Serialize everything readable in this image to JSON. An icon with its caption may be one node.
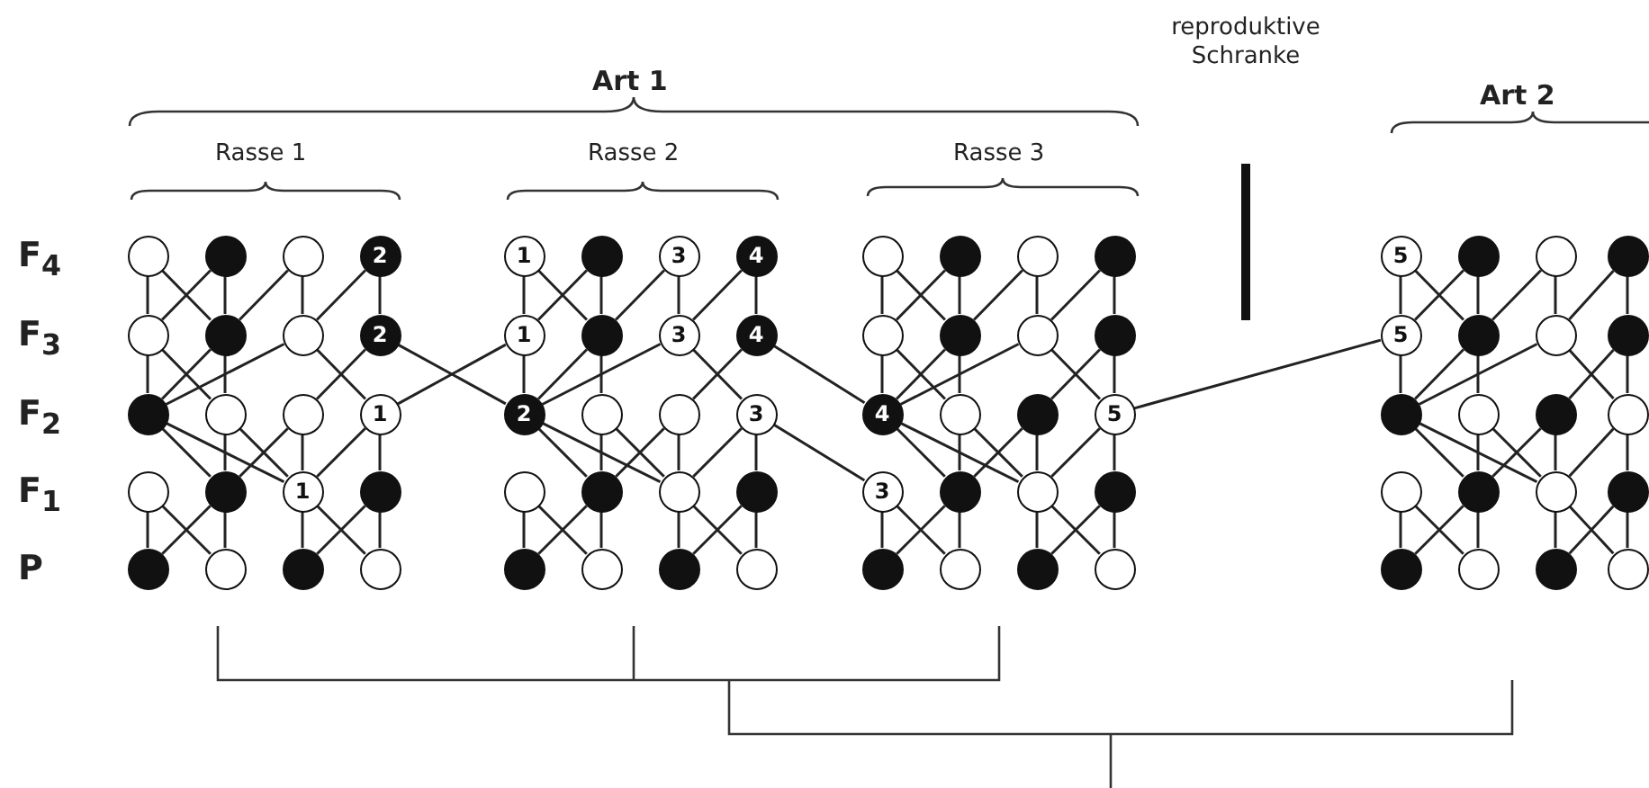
{
  "diagram": {
    "nodes": [
      {
        "text": [],
        "shape": "circle"
      },
      {
        "text": [],
        "shape": "circle"
      },
      {
        "text": [],
        "shape": "circle"
      },
      {
        "text": [
          "2"
        ]
      },
      {
        "text": [
          "1"
        ]
      },
      {
        "text": [],
        "shape": "circle"
      },
      {
        "text": [
          "3"
        ]
      },
      {
        "text": [
          "4"
        ]
      },
      {
        "text": [],
        "shape": "circle"
      },
      {
        "text": [],
        "shape": "circle"
      },
      {
        "text": [],
        "shape": "circle"
      },
      {
        "text": [],
        "shape": "circle"
      },
      {
        "text": [
          "5"
        ]
      },
      {
        "text": [],
        "shape": "circle"
      },
      {
        "text": [],
        "shape": "circle"
      },
      {
        "text": [],
        "shape": "circle"
      },
      {
        "text": [],
        "shape": "circle"
      },
      {
        "text": [],
        "shape": "circle"
      },
      {
        "text": [],
        "shape": "circle"
      },
      {
        "text": [
          "2"
        ]
      },
      {
        "text": [
          "1"
        ]
      },
      {
        "text": [],
        "shape": "circle"
      },
      {
        "text": [
          "3"
        ]
      },
      {
        "text": [
          "4"
        ]
      },
      {
        "text": [],
        "shape": "circle"
      },
      {
        "text": [],
        "shape": "circle"
      },
      {
        "text": [],
        "shape": "circle"
      },
      {
        "text": [],
        "shape": "circle"
      },
      {
        "text": [
          "5"
        ]
      },
      {
        "text": [],
        "shape": "circle"
      },
      {
        "text": [],
        "shape": "circle"
      },
      {
        "text": [],
        "shape": "circle"
      },
      {
        "text": [],
        "shape": "circle"
      },
      {
        "text": [],
        "shape": "circle"
      },
      {
        "text": [],
        "shape": "circle"
      },
      {
        "text": [
          "1"
        ]
      },
      {
        "text": [
          "2"
        ]
      },
      {
        "text": [],
        "shape": "circle"
      },
      {
        "text": [],
        "shape": "circle"
      },
      {
        "text": [
          "3"
        ]
      },
      {
        "text": [
          "4"
        ]
      },
      {
        "text": [],
        "shape": "circle"
      },
      {
        "text": [],
        "shape": "circle"
      },
      {
        "text": [
          "5"
        ]
      },
      {
        "text": [],
        "shape": "circle"
      },
      {
        "text": [],
        "shape": "circle"
      },
      {
        "text": [],
        "shape": "circle"
      },
      {
        "text": [],
        "shape": "circle"
      },
      {
        "text": [],
        "shape": "circle"
      },
      {
        "text": [],
        "shape": "circle"
      },
      {
        "text": [
          "1"
        ]
      },
      {
        "text": [],
        "shape": "circle"
      },
      {
        "text": [],
        "shape": "circle"
      },
      {
        "text": [],
        "shape": "circle"
      },
      {
        "text": [],
        "shape": "circle"
      },
      {
        "text": [],
        "shape": "circle"
      },
      {
        "text": [
          "3"
        ]
      },
      {
        "text": [],
        "shape": "circle"
      },
      {
        "text": [],
        "shape": "circle"
      },
      {
        "text": [],
        "shape": "circle"
      },
      {
        "text": [],
        "shape": "circle"
      },
      {
        "text": [],
        "shape": "circle"
      },
      {
        "text": [],
        "shape": "circle"
      },
      {
        "text": [],
        "shape": "circle"
      },
      {
        "text": [],
        "shape": "circle"
      },
      {
        "text": [],
        "shape": "circle"
      },
      {
        "text": [],
        "shape": "circle"
      },
      {
        "text": [],
        "shape": "circle"
      },
      {
        "text": [],
        "shape": "circle"
      },
      {
        "text": [],
        "shape": "circle"
      },
      {
        "text": [],
        "shape": "circle"
      },
      {
        "text": [],
        "shape": "circle"
      },
      {
        "text": [],
        "shape": "circle"
      },
      {
        "text": [],
        "shape": "circle"
      },
      {
        "text": [],
        "shape": "circle"
      },
      {
        "text": [],
        "shape": "circle"
      },
      {
        "text": [],
        "shape": "circle"
      },
      {
        "text": [],
        "shape": "circle"
      },
      {
        "text": [],
        "shape": "circle"
      },
      {
        "text": [],
        "shape": "circle"
      }
    ],
    "edges": [
      {
        "from": 0,
        "to": 16,
        "arrow": "none"
      },
      {
        "from": 0,
        "to": 17,
        "arrow": "none"
      },
      {
        "from": 1,
        "to": 16,
        "arrow": "none"
      },
      {
        "from": 1,
        "to": 17,
        "arrow": "none"
      },
      {
        "from": 2,
        "to": 17,
        "arrow": "none"
      },
      {
        "from": 2,
        "to": 18,
        "arrow": "none"
      },
      {
        "from": 3,
        "to": 18,
        "arrow": "none"
      },
      {
        "from": 3,
        "to": 19,
        "arrow": "none"
      },
      {
        "from": 4,
        "to": 20,
        "arrow": "none"
      },
      {
        "from": 4,
        "to": 21,
        "arrow": "none"
      },
      {
        "from": 5,
        "to": 20,
        "arrow": "none"
      },
      {
        "from": 5,
        "to": 21,
        "arrow": "none"
      },
      {
        "from": 6,
        "to": 21,
        "arrow": "none"
      },
      {
        "from": 6,
        "to": 22,
        "arrow": "none"
      },
      {
        "from": 7,
        "to": 22,
        "arrow": "none"
      },
      {
        "from": 7,
        "to": 23,
        "arrow": "none"
      },
      {
        "from": 8,
        "to": 24,
        "arrow": "none"
      },
      {
        "from": 8,
        "to": 25,
        "arrow": "none"
      },
      {
        "from": 9,
        "to": 24,
        "arrow": "none"
      },
      {
        "from": 9,
        "to": 25,
        "arrow": "none"
      },
      {
        "from": 10,
        "to": 25,
        "arrow": "none"
      },
      {
        "from": 10,
        "to": 26,
        "arrow": "none"
      },
      {
        "from": 11,
        "to": 26,
        "arrow": "none"
      },
      {
        "from": 11,
        "to": 27,
        "arrow": "none"
      },
      {
        "from": 12,
        "to": 28,
        "arrow": "none"
      },
      {
        "from": 12,
        "to": 29,
        "arrow": "none"
      },
      {
        "from": 13,
        "to": 28,
        "arrow": "none"
      },
      {
        "from": 13,
        "to": 29,
        "arrow": "none"
      },
      {
        "from": 14,
        "to": 29,
        "arrow": "none"
      },
      {
        "from": 14,
        "to": 30,
        "arrow": "none"
      },
      {
        "from": 15,
        "to": 30,
        "arrow": "none"
      },
      {
        "from": 15,
        "to": 31,
        "arrow": "none"
      },
      {
        "from": 16,
        "to": 32,
        "arrow": "none"
      },
      {
        "from": 16,
        "to": 33,
        "arrow": "none"
      },
      {
        "from": 17,
        "to": 32,
        "arrow": "none"
      },
      {
        "from": 17,
        "to": 33,
        "arrow": "none"
      },
      {
        "from": 18,
        "to": 32,
        "arrow": "none"
      },
      {
        "from": 18,
        "to": 35,
        "arrow": "none"
      },
      {
        "from": 19,
        "to": 34,
        "arrow": "none"
      },
      {
        "from": 20,
        "to": 36,
        "arrow": "none"
      },
      {
        "from": 21,
        "to": 36,
        "arrow": "none"
      },
      {
        "from": 21,
        "to": 37,
        "arrow": "none"
      },
      {
        "from": 22,
        "to": 36,
        "arrow": "none"
      },
      {
        "from": 22,
        "to": 39,
        "arrow": "none"
      },
      {
        "from": 23,
        "to": 38,
        "arrow": "none"
      },
      {
        "from": 24,
        "to": 40,
        "arrow": "none"
      },
      {
        "from": 24,
        "to": 41,
        "arrow": "none"
      },
      {
        "from": 25,
        "to": 40,
        "arrow": "none"
      },
      {
        "from": 25,
        "to": 41,
        "arrow": "none"
      },
      {
        "from": 26,
        "to": 40,
        "arrow": "none"
      },
      {
        "from": 26,
        "to": 43,
        "arrow": "none"
      },
      {
        "from": 27,
        "to": 42,
        "arrow": "none"
      },
      {
        "from": 27,
        "to": 43,
        "arrow": "none"
      },
      {
        "from": 28,
        "to": 44,
        "arrow": "none"
      },
      {
        "from": 29,
        "to": 44,
        "arrow": "none"
      },
      {
        "from": 29,
        "to": 45,
        "arrow": "none"
      },
      {
        "from": 30,
        "to": 44,
        "arrow": "none"
      },
      {
        "from": 30,
        "to": 47,
        "arrow": "none"
      },
      {
        "from": 31,
        "to": 46,
        "arrow": "none"
      },
      {
        "from": 31,
        "to": 47,
        "arrow": "none"
      },
      {
        "from": 32,
        "to": 49,
        "arrow": "none"
      },
      {
        "from": 32,
        "to": 50,
        "arrow": "none"
      },
      {
        "from": 33,
        "to": 49,
        "arrow": "none"
      },
      {
        "from": 33,
        "to": 50,
        "arrow": "none"
      },
      {
        "from": 34,
        "to": 49,
        "arrow": "none"
      },
      {
        "from": 34,
        "to": 50,
        "arrow": "none"
      },
      {
        "from": 35,
        "to": 50,
        "arrow": "none"
      },
      {
        "from": 35,
        "to": 51,
        "arrow": "none"
      },
      {
        "from": 36,
        "to": 53,
        "arrow": "none"
      },
      {
        "from": 36,
        "to": 54,
        "arrow": "none"
      },
      {
        "from": 37,
        "to": 53,
        "arrow": "none"
      },
      {
        "from": 37,
        "to": 54,
        "arrow": "none"
      },
      {
        "from": 38,
        "to": 53,
        "arrow": "none"
      },
      {
        "from": 38,
        "to": 54,
        "arrow": "none"
      },
      {
        "from": 39,
        "to": 54,
        "arrow": "none"
      },
      {
        "from": 39,
        "to": 55,
        "arrow": "none"
      },
      {
        "from": 40,
        "to": 57,
        "arrow": "none"
      },
      {
        "from": 40,
        "to": 58,
        "arrow": "none"
      },
      {
        "from": 41,
        "to": 57,
        "arrow": "none"
      },
      {
        "from": 41,
        "to": 58,
        "arrow": "none"
      },
      {
        "from": 42,
        "to": 57,
        "arrow": "none"
      },
      {
        "from": 42,
        "to": 58,
        "arrow": "none"
      },
      {
        "from": 43,
        "to": 58,
        "arrow": "none"
      },
      {
        "from": 43,
        "to": 59,
        "arrow": "none"
      },
      {
        "from": 44,
        "to": 61,
        "arrow": "none"
      },
      {
        "from": 44,
        "to": 62,
        "arrow": "none"
      },
      {
        "from": 45,
        "to": 61,
        "arrow": "none"
      },
      {
        "from": 45,
        "to": 62,
        "arrow": "none"
      },
      {
        "from": 46,
        "to": 61,
        "arrow": "none"
      },
      {
        "from": 46,
        "to": 62,
        "arrow": "none"
      },
      {
        "from": 47,
        "to": 62,
        "arrow": "none"
      },
      {
        "from": 47,
        "to": 63,
        "arrow": "none"
      },
      {
        "from": 48,
        "to": 64,
        "arrow": "none"
      },
      {
        "from": 48,
        "to": 65,
        "arrow": "none"
      },
      {
        "from": 49,
        "to": 64,
        "arrow": "none"
      },
      {
        "from": 49,
        "to": 65,
        "arrow": "none"
      },
      {
        "from": 50,
        "to": 66,
        "arrow": "none"
      },
      {
        "from": 50,
        "to": 67,
        "arrow": "none"
      },
      {
        "from": 51,
        "to": 66,
        "arrow": "none"
      },
      {
        "from": 51,
        "to": 67,
        "arrow": "none"
      },
      {
        "from": 52,
        "to": 68,
        "arrow": "none"
      },
      {
        "from": 52,
        "to": 69,
        "arrow": "none"
      },
      {
        "from": 53,
        "to": 68,
        "arrow": "none"
      },
      {
        "from": 53,
        "to": 69,
        "arrow": "none"
      },
      {
        "from": 54,
        "to": 70,
        "arrow": "none"
      },
      {
        "from": 54,
        "to": 71,
        "arrow": "none"
      },
      {
        "from": 55,
        "to": 70,
        "arrow": "none"
      },
      {
        "from": 55,
        "to": 71,
        "arrow": "none"
      },
      {
        "from": 56,
        "to": 72,
        "arrow": "none"
      },
      {
        "from": 56,
        "to": 73,
        "arrow": "none"
      },
      {
        "from": 57,
        "to": 72,
        "arrow": "none"
      },
      {
        "from": 57,
        "to": 73,
        "arrow": "none"
      },
      {
        "from": 58,
        "to": 74,
        "arrow": "none"
      },
      {
        "from": 58,
        "to": 75,
        "arrow": "none"
      },
      {
        "from": 59,
        "to": 74,
        "arrow": "none"
      },
      {
        "from": 59,
        "to": 75,
        "arrow": "none"
      },
      {
        "from": 60,
        "to": 76,
        "arrow": "none"
      },
      {
        "from": 60,
        "to": 77,
        "arrow": "none"
      },
      {
        "from": 61,
        "to": 76,
        "arrow": "none"
      },
      {
        "from": 61,
        "to": 77,
        "arrow": "none"
      },
      {
        "from": 62,
        "to": 78,
        "arrow": "none"
      },
      {
        "from": 62,
        "to": 79,
        "arrow": "none"
      },
      {
        "from": 63,
        "to": 78,
        "arrow": "none"
      },
      {
        "from": 63,
        "to": 79,
        "arrow": "none"
      },
      {
        "from": 20,
        "to": 35,
        "arrow": "none"
      },
      {
        "from": 19,
        "to": 36,
        "arrow": "none"
      },
      {
        "from": 39,
        "to": 56,
        "arrow": "none"
      },
      {
        "from": 23,
        "to": 40,
        "arrow": "none"
      },
      {
        "from": 28,
        "to": 43,
        "arrow": "none"
      }
    ],
    "labels": [
      "reproduktive Schranke",
      "Art 1",
      "Art 2",
      "Rasse 1",
      "Rasse 2",
      "Rasse 3",
      "F$_{4}$",
      "F$_{3}$",
      "F$_{2}$",
      "F$_{1}$",
      "P"
    ]
  }
}
